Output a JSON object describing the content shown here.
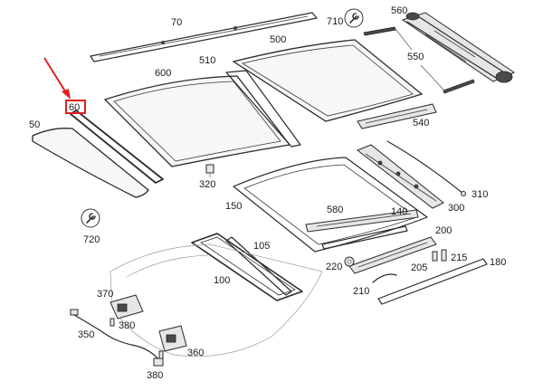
{
  "diagram": {
    "highlighted_part": "60",
    "labels": {
      "p70": "70",
      "p710": "710",
      "p560": "560",
      "p500": "500",
      "p550": "550",
      "p600": "600",
      "p510": "510",
      "p60": "60",
      "p540": "540",
      "p50": "50",
      "p320": "320",
      "p310": "310",
      "p150": "150",
      "p580": "580",
      "p140": "140",
      "p300": "300",
      "p720": "720",
      "p200": "200",
      "p105": "105",
      "p220": "220",
      "p205": "205",
      "p215": "215",
      "p180": "180",
      "p100": "100",
      "p210": "210",
      "p370": "370",
      "p380a": "380",
      "p350": "350",
      "p380b": "380",
      "p360": "360"
    },
    "colors": {
      "line": "#2b2b2b",
      "highlight_box": "#e01f1f",
      "arrow": "#e01f1f",
      "background": "#ffffff"
    },
    "icons": {
      "tool_710": "wrench-icon",
      "tool_720": "wrench-icon"
    }
  }
}
